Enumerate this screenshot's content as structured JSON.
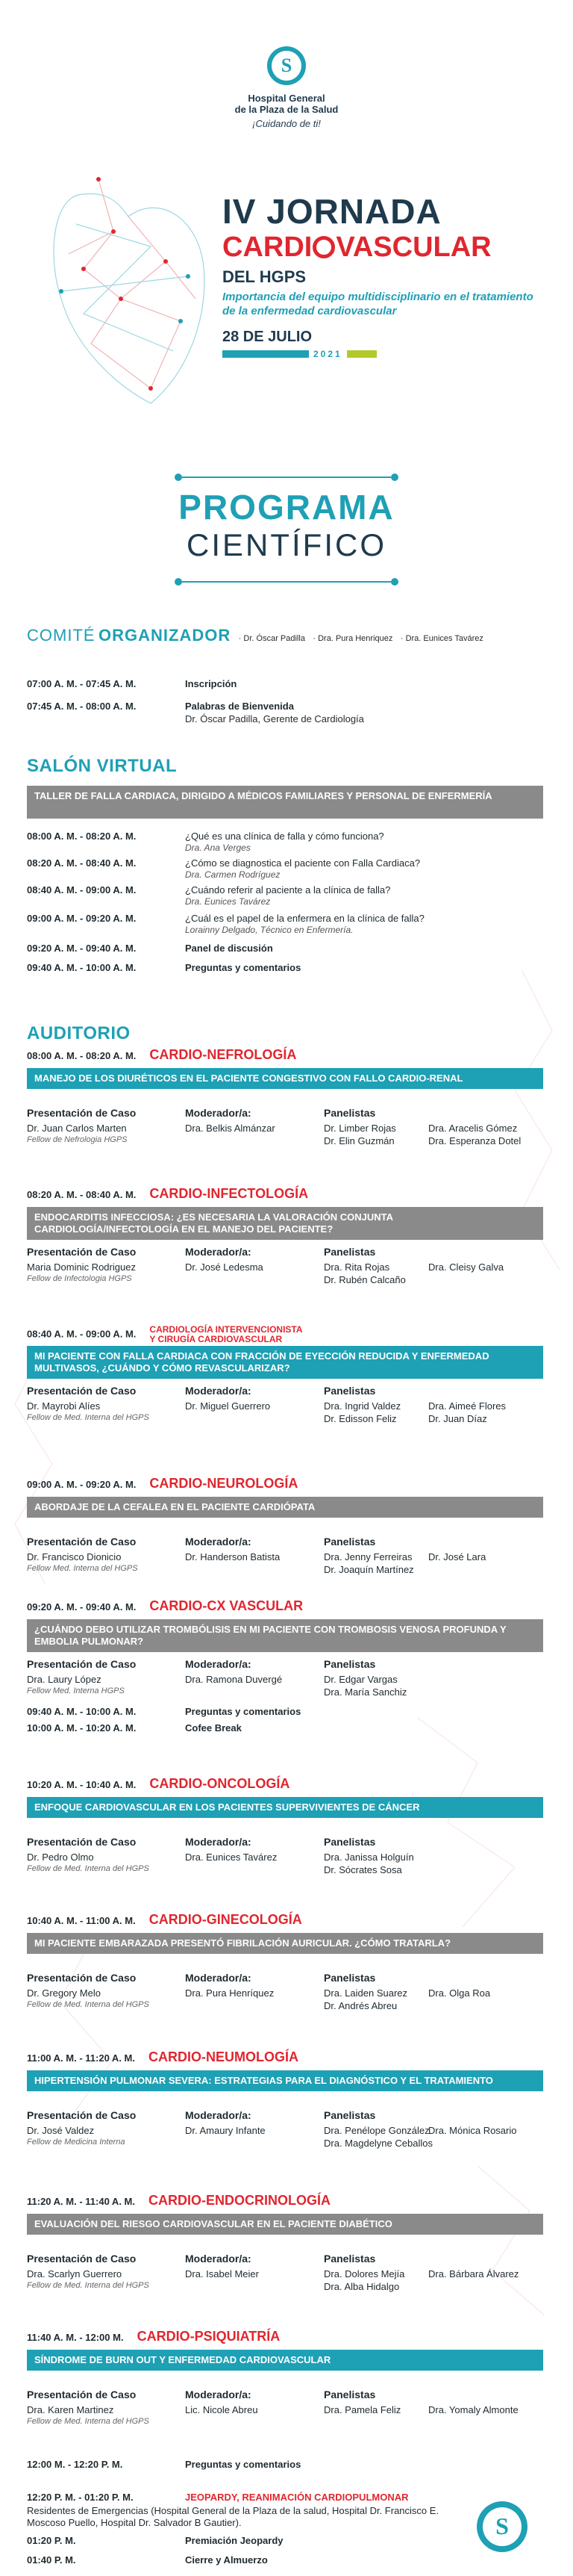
{
  "brand": {
    "line1": "Hospital General",
    "line2": "de la Plaza de la Salud",
    "tagline": "¡Cuidando de ti!"
  },
  "header": {
    "edition": "IV JORNADA",
    "title_part1": "CARDI",
    "title_part2": "VASCULAR",
    "subtitle": "DEL HGPS",
    "theme": "Importancia del equipo multidisciplinario en el tratamiento de la enfermedad cardiovascular",
    "date": "28 DE JULIO",
    "year": "2021"
  },
  "programa": {
    "line1": "PROGRAMA",
    "line2": "CIENTÍFICO"
  },
  "comite": {
    "label1": "COMITÉ",
    "label2": "ORGANIZADOR",
    "members": [
      "· Dr. Óscar Padilla",
      "· Dra. Pura Henriquez",
      "· Dra. Eunices Tavárez"
    ]
  },
  "opening": [
    {
      "time": "07:00 A. M. - 07:45 A. M.",
      "act": "Inscripción",
      "sub": ""
    },
    {
      "time": "07:45 A. M. - 08:00 A. M.",
      "act": "Palabras de Bienvenida",
      "sub": "Dr. Óscar Padilla, Gerente de Cardiología"
    }
  ],
  "salon": {
    "title": "SALÓN VIRTUAL",
    "bar": "TALLER DE FALLA CARDIACA, DIRIGIDO A MÉDICOS FAMILIARES Y PERSONAL DE ENFERMERÍA",
    "items": [
      {
        "time": "08:00 A. M. - 08:20 A. M.",
        "act": "¿Qué es una clínica de falla y cómo funciona?",
        "speaker": "Dra. Ana Verges"
      },
      {
        "time": "08:20 A. M. - 08:40 A. M.",
        "act": "¿Cómo se diagnostica el paciente con Falla Cardiaca?",
        "speaker": "Dra. Carmen Rodríguez"
      },
      {
        "time": "08:40 A. M. - 09:00 A. M.",
        "act": "¿Cuándo referir al paciente a la clínica de falla?",
        "speaker": "Dra. Eunices Tavárez"
      },
      {
        "time": "09:00 A. M. - 09:20 A. M.",
        "act": "¿Cuál es el papel de la enfermera en la clínica de falla?",
        "speaker": "Lorainny Delgado, Técnico en Enfermería."
      },
      {
        "time": "09:20 A. M. - 09:40 A. M.",
        "act": "Panel de discusión",
        "speaker": ""
      },
      {
        "time": "09:40 A. M. - 10:00 A. M.",
        "act": "Preguntas y comentarios",
        "speaker": ""
      }
    ]
  },
  "auditorio": {
    "title": "AUDITORIO",
    "labels": {
      "caso": "Presentación de Caso",
      "moderador": "Moderador/a:",
      "panelistas": "Panelistas"
    },
    "blocks": [
      {
        "time": "08:00 A. M. - 08:20 A. M.",
        "cat1": "CARDIO-",
        "cat2": "NEFROLOGÍA",
        "bar": "MANEJO DE LOS DIURÉTICOS EN EL PACIENTE CONGESTIVO CON FALLO CARDIO-RENAL",
        "bar_color": "teal",
        "caso": "Dr. Juan Carlos Marten",
        "caso_f": "Fellow de Nefrologia HGPS",
        "moderador": "Dra. Belkis Almánzar",
        "panel": [
          "Dr. Limber Rojas",
          "Dr. Elin Guzmán",
          "Dra. Aracelis Gómez",
          "Dra. Esperanza Dotel"
        ]
      },
      {
        "time": "08:20 A. M. - 08:40 A. M.",
        "cat1": "CARDIO-",
        "cat2": "INFECTOLOGÍA",
        "bar": "ENDOCARDITIS INFECCIOSA: ¿ES NECESARIA LA VALORACIÓN CONJUNTA CARDIOLOGÍA/INFECTOLOGÍA EN EL MANEJO DEL PACIENTE?",
        "bar_color": "gray",
        "caso": "Maria Dominic Rodriguez",
        "caso_f": "Fellow de Infectologia HGPS",
        "moderador": "Dr. José Ledesma",
        "panel": [
          "Dra. Rita Rojas",
          "Dr. Rubén Calcaño",
          "Dra. Cleisy Galva",
          ""
        ]
      },
      {
        "time": "08:40 A. M. - 09:00 A. M.",
        "cat1": "CARDIOLOGÍA INTERVENCIONISTA",
        "cat2": "Y CIRUGÍA CARDIOVASCULAR",
        "bar": "MI PACIENTE CON FALLA CARDIACA CON FRACCIÓN DE EYECCIÓN REDUCIDA Y ENFERMEDAD MULTIVASOS, ¿CUÁNDO Y CÓMO REVASCULARIZAR?",
        "bar_color": "teal",
        "caso": "Dr. Mayrobi Alíes",
        "caso_f": "Fellow de Med. Interna del HGPS",
        "moderador": "Dr. Miguel Guerrero",
        "panel": [
          "Dra. Ingrid Valdez",
          "Dr. Edisson Feliz",
          "Dra. Aimeé Flores",
          "Dr. Juan Díaz"
        ]
      },
      {
        "time": "09:00 A. M. - 09:20 A. M.",
        "cat1": "CARDIO-",
        "cat2": "NEUROLOGÍA",
        "bar": "ABORDAJE DE LA CEFALEA EN EL PACIENTE CARDIÓPATA",
        "bar_color": "gray",
        "caso": "Dr. Francisco Dionicio",
        "caso_f": "Fellow Med. Interna del HGPS",
        "moderador": "Dr. Handerson Batista",
        "panel": [
          "Dra. Jenny Ferreiras",
          "Dr. Joaquín Martínez",
          "Dr. José Lara",
          ""
        ]
      },
      {
        "time": "09:20 A. M. - 09:40 A. M.",
        "cat1": "CARDIO-",
        "cat2": "CX VASCULAR",
        "bar": "¿CUÁNDO DEBO UTILIZAR TROMBÓLISIS EN MI PACIENTE CON TROMBOSIS VENOSA PROFUNDA Y EMBOLIA PULMONAR?",
        "bar_color": "gray",
        "caso": "Dra. Laury López",
        "caso_f": "Fellow Med. Interna HGPS",
        "moderador": "Dra. Ramona Duvergé",
        "panel": [
          "Dr. Edgar Vargas",
          "Dra. María Sanchiz",
          "",
          ""
        ]
      },
      {
        "time": "10:20 A. M. - 10:40 A. M.",
        "cat1": "CARDIO-",
        "cat2": "ONCOLOGÍA",
        "bar": "ENFOQUE CARDIOVASCULAR EN LOS PACIENTES SUPERVIVIENTES DE CÁNCER",
        "bar_color": "teal",
        "caso": "Dr. Pedro Olmo",
        "caso_f": "Fellow de Med. Interna del HGPS",
        "moderador": "Dra. Eunices Tavárez",
        "panel": [
          "Dra. Janissa Holguín",
          "Dr. Sócrates Sosa",
          "",
          ""
        ]
      },
      {
        "time": "10:40 A. M. - 11:00 A. M.",
        "cat1": "CARDIO-",
        "cat2": "GINECOLOGÍA",
        "bar": "MI PACIENTE EMBARAZADA PRESENTÓ FIBRILACIÓN AURICULAR. ¿CÓMO TRATARLA?",
        "bar_color": "gray",
        "caso": "Dr. Gregory Melo",
        "caso_f": "Fellow de Med. Interna del HGPS",
        "moderador": "Dra. Pura Henríquez",
        "panel": [
          "Dra. Laiden Suarez",
          "Dr. Andrés Abreu",
          "Dra. Olga Roa",
          ""
        ]
      },
      {
        "time": "11:00 A. M. - 11:20 A. M.",
        "cat1": "CARDIO-",
        "cat2": "NEUMOLOGÍA",
        "bar": "HIPERTENSIÓN PULMONAR SEVERA: ESTRATEGIAS PARA EL DIAGNÓSTICO Y EL TRATAMIENTO",
        "bar_color": "teal",
        "caso": "Dr. José Valdez",
        "caso_f": "Fellow de Medicina Interna",
        "moderador": "Dr. Amaury Infante",
        "panel": [
          "Dra. Penélope González",
          "Dra. Magdelyne Ceballos",
          "Dra. Mónica Rosario",
          ""
        ]
      },
      {
        "time": "11:20 A. M. - 11:40 A. M.",
        "cat1": "CARDIO-",
        "cat2": "ENDOCRINOLOGÍA",
        "bar": "EVALUACIÓN DEL RIESGO CARDIOVASCULAR EN EL PACIENTE DIABÉTICO",
        "bar_color": "gray",
        "caso": "Dra. Scarlyn Guerrero",
        "caso_f": "Fellow de Med. Interna del HGPS",
        "moderador": "Dra. Isabel Meier",
        "panel": [
          "Dra. Dolores Mejía",
          "Dra. Alba Hidalgo",
          "Dra. Bárbara Álvarez",
          ""
        ]
      },
      {
        "time": "11:40 A. M. - 12:00 M.",
        "cat1": "CARDIO-",
        "cat2": "PSIQUIATRÍA",
        "bar": "SÍNDROME DE BURN OUT Y ENFERMEDAD CARDIOVASCULAR",
        "bar_color": "teal",
        "caso": "Dra. Karen Martinez",
        "caso_f": "Fellow de Med. Interna del HGPS",
        "moderador": "Lic. Nicole Abreu",
        "panel": [
          "Dra. Pamela Feliz",
          "",
          "Dra. Yomaly Almonte",
          ""
        ]
      }
    ],
    "interim": [
      {
        "time": "09:40 A. M. - 10:00 A. M.",
        "act": "Preguntas y comentarios"
      },
      {
        "time": "10:00 A. M. - 10:20 A. M.",
        "act": "Cofee Break"
      }
    ],
    "closing": [
      {
        "time": "12:00 M. - 12:20 P. M.",
        "act": "Preguntas y comentarios"
      }
    ],
    "jeopardy": {
      "time": "12:20 P. M. - 01:20 P. M.",
      "title": "JEOPARDY, REANIMACIÓN CARDIOPULMONAR",
      "desc": "Residentes de Emergencias (Hospital General de la Plaza de la salud, Hospital Dr. Francisco E. Moscoso Puello, Hospital Dr. Salvador B Gautier)."
    },
    "final": [
      {
        "time": "01:20 P. M.",
        "act": "Premiación Jeopardy"
      },
      {
        "time": "01:40 P. M.",
        "act": "Cierre y Almuerzo"
      }
    ]
  }
}
